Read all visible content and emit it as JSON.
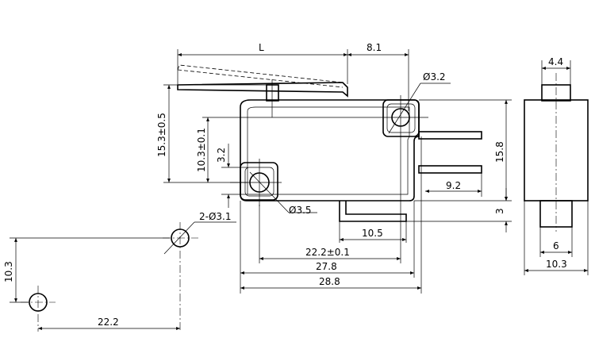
{
  "dimensions": {
    "L": "L",
    "lever_offset": "8.1",
    "mount_hole_top": "Ø3.2",
    "mount_hole_bottom": "Ø3.5",
    "lever_height": "15.3±0.5",
    "hole_height": "10.3±0.1",
    "hole_offset": "3.2",
    "body_height": "15.8",
    "terminal_length": "9.2",
    "terminal_depth": "3",
    "terminal_width": "10.5",
    "hole_spacing": "22.2±0.1",
    "body_length": "27.8",
    "overall_length": "28.8",
    "pcb_holes": "2-Ø3.1",
    "pcb_height": "10.3",
    "pcb_spacing": "22.2",
    "side_top": "4.4",
    "side_bottom": "6",
    "side_width": "10.3"
  }
}
